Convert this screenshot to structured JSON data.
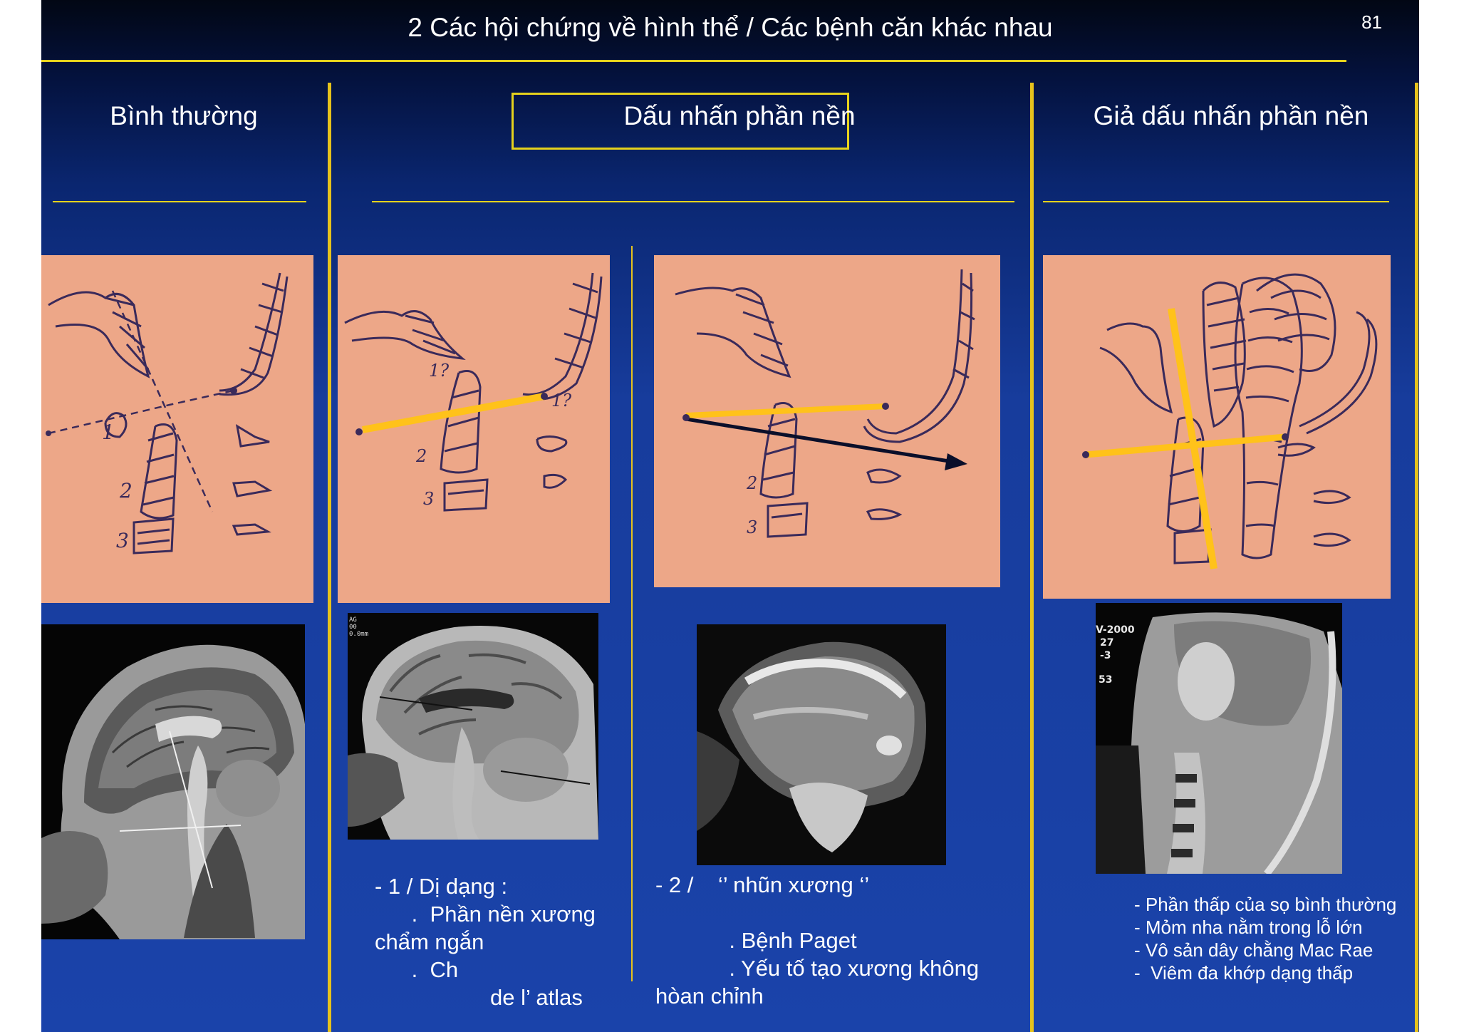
{
  "slide": {
    "title": "2  Các hội chứng về hình thể  /  Các bệnh căn khác nhau",
    "page_number": "81"
  },
  "columns": {
    "normal": {
      "heading": "Bình thường",
      "sketch_labels": [
        "1",
        "2",
        "3"
      ]
    },
    "basilar": {
      "heading": "Dấu nhấn phần nền",
      "sub1": {
        "sketch_labels": [
          "1?",
          "1?",
          "2",
          "3"
        ],
        "caption": {
          "line1": "- 1 / Dị dạng :",
          "line2": "      .  Phần nền xương",
          "line3": "chẩm ngắn",
          "line4": "      .  Ch",
          "line5": "de l’ atlas"
        }
      },
      "sub2": {
        "sketch_labels": [
          "2",
          "3"
        ],
        "caption": {
          "line1": "- 2 /    ‘’ nhũn xương ‘’",
          "line2": "            . Bệnh Paget",
          "line3": "            . Yếu tố tạo xương không",
          "line4": "hòan chỉnh"
        }
      }
    },
    "pseudo": {
      "heading": "Giả dấu nhấn phần nền",
      "mri_overlay": [
        "V-2000",
        "27",
        "-3",
        "53"
      ],
      "list": [
        "- Phần thấp của sọ bình thường",
        "- Mỏm nha nằm trong lỗ lớn",
        "- Vô sản dây chằng Mac Rae",
        "-  Viêm đa khớp dạng thấp"
      ]
    }
  },
  "mri_labels": {
    "col2_top": [
      "AG",
      "00",
      "0.0mm"
    ]
  },
  "colors": {
    "accent_yellow": "#e6d21c",
    "marker_yellow": "#ffc21a",
    "sketch_paper": "#eda788",
    "ink": "#3a2a5a"
  }
}
